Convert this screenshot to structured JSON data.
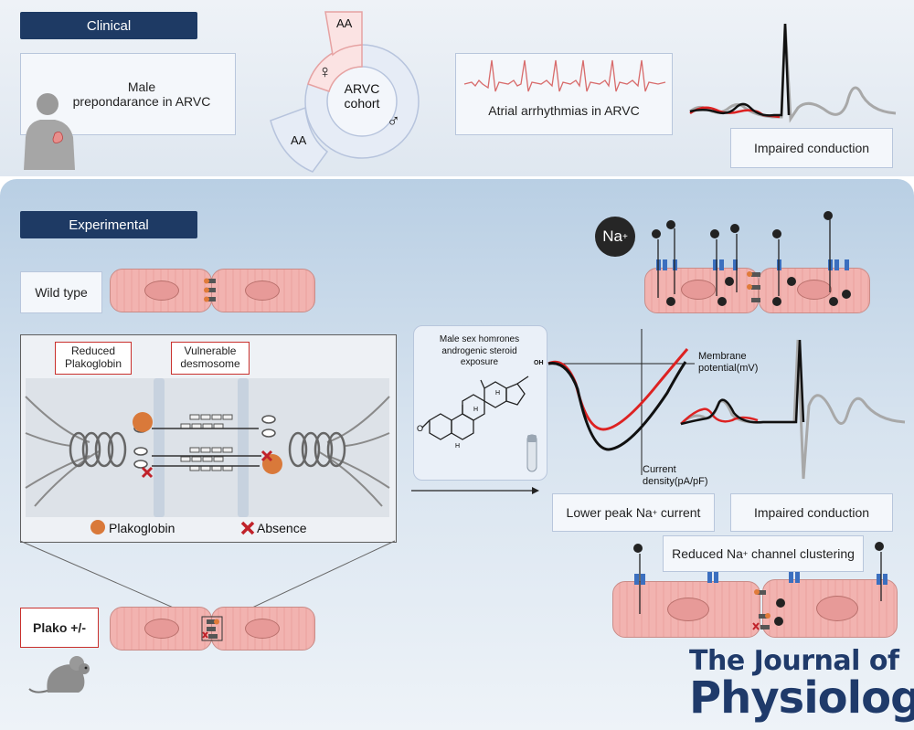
{
  "clinical": {
    "header": "Clinical",
    "male_box": "Male\nprepondarance in ARVC",
    "cohort_center": "ARVC\ncohort",
    "aa_top": "AA",
    "aa_bottom": "AA",
    "female_symbol": "♀",
    "male_symbol": "♂",
    "atrial_box": "Atrial arrhythmias in ARVC",
    "impaired_box": "Impaired conduction"
  },
  "experimental": {
    "header": "Experimental",
    "wild_type": "Wild type",
    "na_label": "Na",
    "na_sup": "+",
    "reduced_plakoglobin": "Reduced\nPlakoglobin",
    "vulnerable_desmosome": "Vulnerable\ndesmosome",
    "legend_plakoglobin": "Plakoglobin",
    "legend_absence": "Absence",
    "plako_label": "Plako +/-",
    "hormone_text": "Male sex homrones\nandrogenic steroid\nexposure",
    "oh_label": "OH",
    "membrane_label": "Membrane\npotential(mV)",
    "current_label": "Current\ndensity(pA/pF)",
    "lower_peak": "Lower peak Na",
    "lower_peak_sup": "+",
    "lower_peak_tail": " current",
    "impaired_box": "Impaired conduction",
    "reduced_clustering": "Reduced Na",
    "reduced_clustering_sup": "+",
    "reduced_clustering_tail": " channel clustering"
  },
  "journal": {
    "line1": "The Journal of",
    "line2": "Physiology"
  },
  "colors": {
    "header_bg": "#1e3a64",
    "box_border": "#b8c6dc",
    "red_accent": "#c9302c",
    "journal_blue": "#1f3a6a"
  }
}
